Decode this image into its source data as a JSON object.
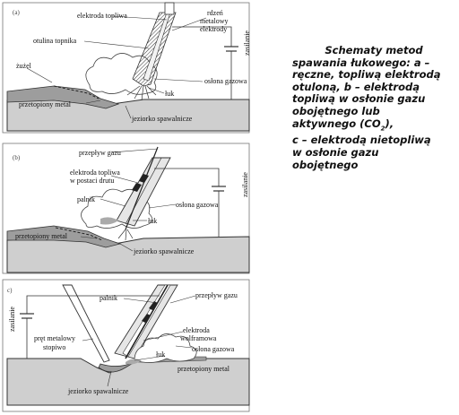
{
  "caption": {
    "title_line1": "Schematy metod",
    "title_line2": "spawania łukowego: a –",
    "line3": "ręczne, topliwą elektrodą",
    "line4": "otuloną, b – elektrodą",
    "line5": "topliwą w osłonie gazu",
    "line6": "obojętnego lub",
    "line7_pre": "aktywnego (CO",
    "line7_sub": "2",
    "line7_post": "),",
    "line8": "c – elektrodą nietopliwą",
    "line9": "w osłonie gazu",
    "line10": "obojętnego"
  },
  "panel_a": {
    "letter": "(a)",
    "elektroda_topliwa": "elektroda topliwa",
    "rdzen_1": "rdzeń",
    "rdzen_2": "metalowy",
    "rdzen_3": "elektrody",
    "otulina": "otulina topnika",
    "zuzel": "żużel",
    "oslona": "osłona gazowa",
    "luk": "łuk",
    "przetopiony": "przetopiony metal",
    "jeziorko": "jeziorko spawalnicze",
    "zasilanie": "zasilanie"
  },
  "panel_b": {
    "letter": "(b)",
    "przeplyw": "przepływ gazu",
    "elektroda_1": "elektroda topliwa",
    "elektroda_2": "w postaci drutu",
    "palnik": "palnik",
    "oslona": "osłona gazowa",
    "luk": "łuk",
    "przetopiony": "przetopiony metal",
    "jeziorko": "jeziorko spawalnicze",
    "zasilanie": "zasilanie"
  },
  "panel_c": {
    "letter": "c)",
    "zasilanie": "zasilanie",
    "palnik": "palnik",
    "przeplyw": "przepływ gazu",
    "pret_1": "pręt metalowy",
    "pret_2": "stopiwo",
    "elektroda_1": "elektroda",
    "elektroda_2": "wolframowa",
    "luk": "łuk",
    "oslona": "osłona gazowa",
    "przetopiony": "przetopiony metal",
    "jeziorko": "jeziorko spawalnicze"
  },
  "colors": {
    "base_metal": "#c9c9c9",
    "weld_metal": "#9a9a9a",
    "frame": "#555555"
  }
}
